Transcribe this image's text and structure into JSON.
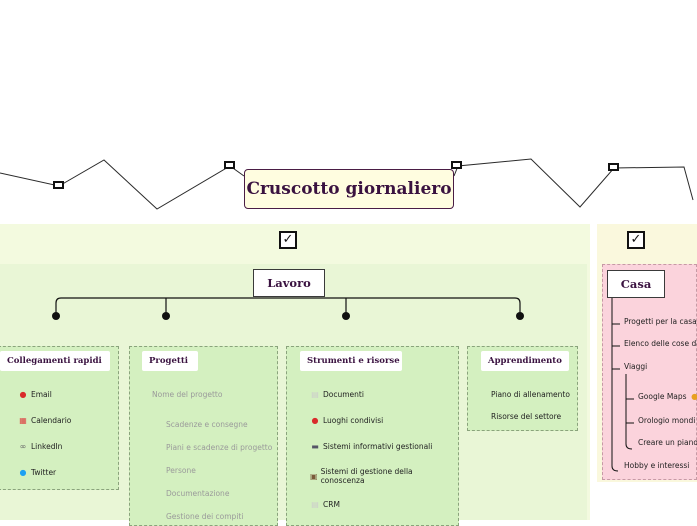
{
  "central": {
    "title": "Cruscotto giornaliero"
  },
  "work": {
    "title": "Lavoro",
    "groups": [
      {
        "title": "Collegamenti rapidi",
        "items": [
          {
            "label": "Email",
            "icon": "pin-icon"
          },
          {
            "label": "Calendario",
            "icon": "calendar-icon"
          },
          {
            "label": "LinkedIn",
            "icon": "link-icon"
          },
          {
            "label": "Twitter",
            "icon": "bird-icon"
          }
        ]
      },
      {
        "title": "Progetti",
        "placeholder": "Nome del progetto",
        "items": [
          {
            "label": "Scadenze e consegne"
          },
          {
            "label": "Piani e scadenze di progetto"
          },
          {
            "label": "Persone"
          },
          {
            "label": "Documentazione"
          },
          {
            "label": "Gestione dei compiti"
          }
        ]
      },
      {
        "title": "Strumenti e risorse",
        "items": [
          {
            "label": "Documenti",
            "icon": "document-icon"
          },
          {
            "label": "Luoghi condivisi",
            "icon": "pin-icon"
          },
          {
            "label": "Sistemi informativi gestionali",
            "icon": "monitor-icon"
          },
          {
            "label": "Sistemi di gestione della conoscenza",
            "icon": "archive-icon"
          },
          {
            "label": "CRM",
            "icon": "document-icon"
          }
        ]
      },
      {
        "title": "Apprendimento",
        "items": [
          {
            "label": "Piano di allenamento"
          },
          {
            "label": "Risorse del settore"
          }
        ]
      }
    ]
  },
  "home": {
    "title": "Casa",
    "items": [
      {
        "label": "Progetti per la casa"
      },
      {
        "label": "Elenco delle cose da"
      },
      {
        "label": "Viaggi"
      },
      {
        "label": "Google Maps"
      },
      {
        "label": "Orologio mondi"
      },
      {
        "label": "Creare un piano"
      },
      {
        "label": "Hobby e interessi"
      }
    ]
  },
  "colors": {
    "central_bg": "#fffde0",
    "work_bg": "#e9f6d6",
    "group_bg": "#d4f0c0",
    "home_bg": "#fbd3dc",
    "title_text": "#3a1240"
  },
  "checkbox_symbol": "✓"
}
